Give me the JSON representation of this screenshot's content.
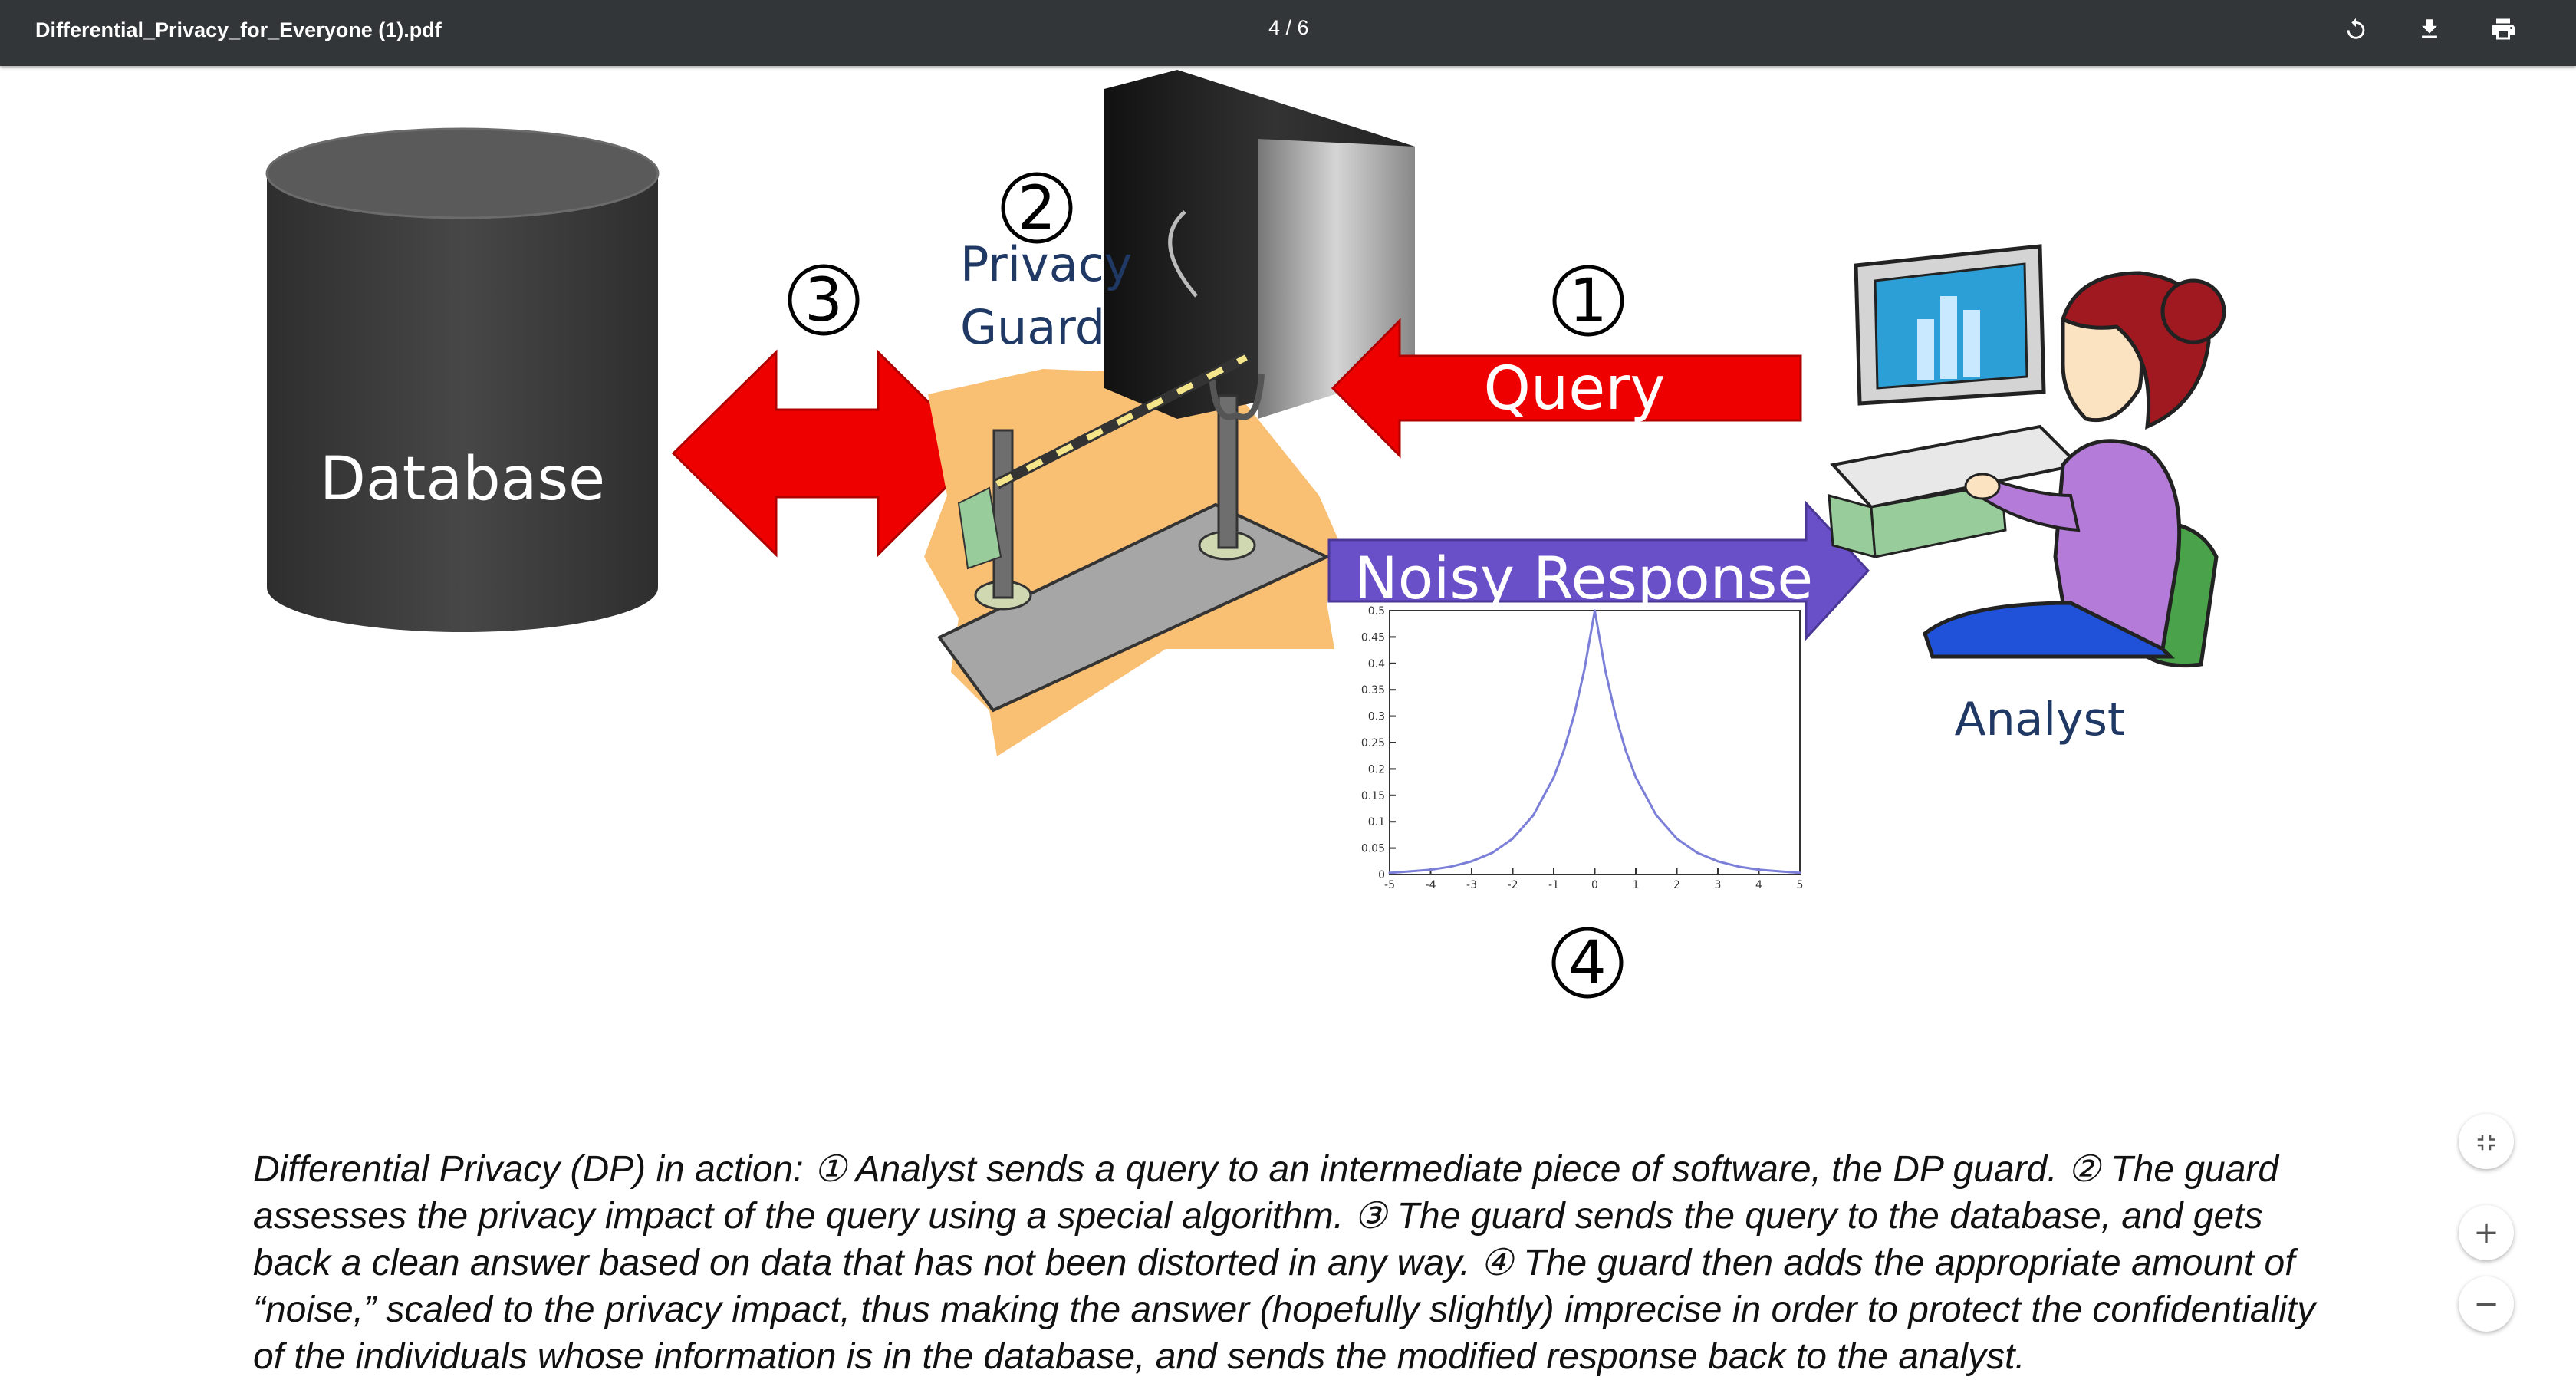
{
  "toolbar": {
    "file_name": "Differential_Privacy_for_Everyone (1).pdf",
    "page_indicator": "4 / 6",
    "rotate_icon": "rotate-icon",
    "download_icon": "download-icon",
    "print_icon": "print-icon"
  },
  "figure": {
    "database_label": "Database",
    "privacy_guard_line1": "Privacy",
    "privacy_guard_line2": "Guard",
    "query_label": "Query",
    "noisy_response_label": "Noisy Response",
    "analyst_label": "Analyst",
    "step1": "①",
    "step2": "②",
    "step3": "③",
    "step4": "④",
    "colors": {
      "arrow_red": "#ee0000",
      "noisy_purple": "#6a50c8",
      "database_gray": "#3d3d3d",
      "guard_orange": "#f9bf73",
      "analyst_purple": "#b57bd8"
    }
  },
  "chart_data": {
    "type": "line",
    "x_ticks": [
      "-5",
      "-4",
      "-3",
      "-2",
      "-1",
      "0",
      "1",
      "2",
      "3",
      "4",
      "5"
    ],
    "y_ticks": [
      "0",
      "0.05",
      "0.1",
      "0.15",
      "0.2",
      "0.25",
      "0.3",
      "0.35",
      "0.4",
      "0.45",
      "0.5"
    ],
    "xlim": [
      -5,
      5
    ],
    "ylim": [
      0,
      0.5
    ],
    "series": [
      {
        "x": [
          -5,
          -4.5,
          -4,
          -3.5,
          -3,
          -2.5,
          -2,
          -1.5,
          -1,
          -0.75,
          -0.5,
          -0.25,
          0,
          0.25,
          0.5,
          0.75,
          1,
          1.5,
          2,
          2.5,
          3,
          3.5,
          4,
          4.5,
          5
        ],
        "y": [
          0.003,
          0.006,
          0.009,
          0.015,
          0.025,
          0.041,
          0.068,
          0.112,
          0.184,
          0.236,
          0.303,
          0.389,
          0.5,
          0.389,
          0.303,
          0.236,
          0.184,
          0.112,
          0.068,
          0.041,
          0.025,
          0.015,
          0.009,
          0.006,
          0.003
        ]
      }
    ]
  },
  "caption": "Differential Privacy (DP) in action: ① Analyst sends a query to an intermediate piece of software, the DP guard. ② The guard assesses the privacy impact of the query using a special algorithm. ③ The guard sends the query to the database, and gets back a clean answer based on data that has not been distorted in any way. ④ The guard then adds the appropriate amount of “noise,” scaled to the privacy impact, thus making the answer (hopefully slightly) imprecise in order to protect the confidentiality of the individuals whose information is in the database, and sends the modified response back to the analyst.",
  "zoom_controls": {
    "fit_icon": "fit-to-page-icon",
    "zoom_in_label": "+",
    "zoom_out_label": "−"
  }
}
